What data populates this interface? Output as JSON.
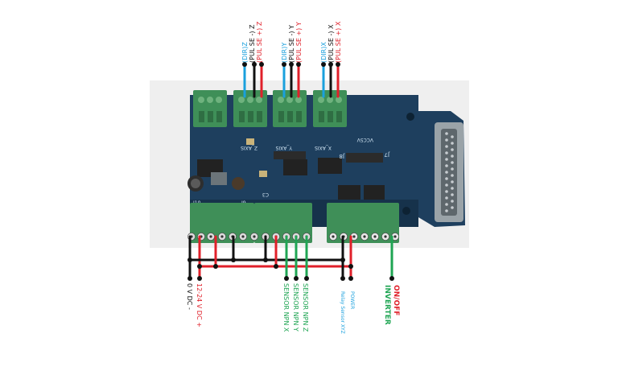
{
  "colors": {
    "pcb": "#1e3f5e",
    "pcb_dark": "#16324b",
    "terminal_green": "#3f8f58",
    "terminal_light": "#6fb27e",
    "wire_black": "#111111",
    "wire_red": "#e0202a",
    "wire_blue": "#1aa0dd",
    "wire_green": "#1fa553",
    "photo_bg": "#efefef",
    "connector_gray": "#9aa3a8"
  },
  "top_labels": {
    "z": {
      "dir": "(DIR)Z",
      "pul_minus": "(PUL SE -) Z",
      "pul_plus": "(PUL SE +) Z"
    },
    "y": {
      "dir": "(DIR)Y",
      "pul_minus": "(PUL SE -) Y",
      "pul_plus": "(PUL SE +) Y"
    },
    "x": {
      "dir": "(DIR)X",
      "pul_minus": "(PUL SE -) X",
      "pul_plus": "(PUL SE +) X"
    }
  },
  "bottom_labels": {
    "v0": "0 V DC -",
    "v12": "12-24 V DC +",
    "sensor_x": "SENSOR NPN X",
    "sensor_y": "SENSOR NPN Y",
    "sensor_z": "SENSOR NPN Z",
    "power": "POWER",
    "relay": "Relay Sensor XYZ",
    "on_off": "ON/OFF",
    "inverter": "INVERTER"
  },
  "board_labels": {
    "z_axis": "Z_AXIS",
    "y_axis": "Y_AXIS",
    "x_axis": "X_AXIS",
    "vcc": "VCC5V",
    "j8": "J8",
    "j7": "J7",
    "j10": "J10",
    "j9": "J9",
    "c3": "C3"
  }
}
